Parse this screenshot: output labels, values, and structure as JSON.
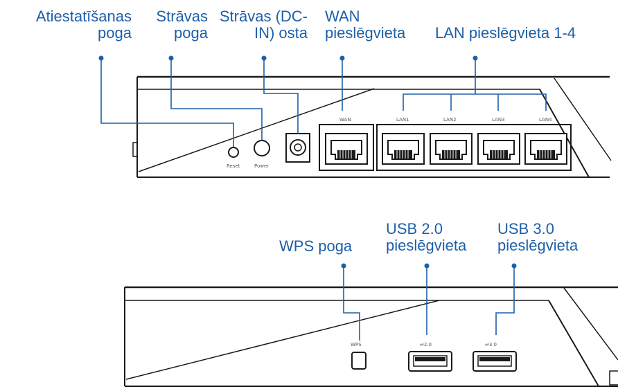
{
  "back_panel": {
    "labels": {
      "reset_button": [
        "Atiestatīšanas",
        "poga"
      ],
      "power_button": [
        "Strāvas",
        "poga"
      ],
      "dc_in_port": [
        "Strāvas (DC-",
        "IN) osta"
      ],
      "wan_port": [
        "WAN",
        "pieslēgvieta"
      ],
      "lan_ports": "LAN pieslēgvieta 1-4"
    },
    "device_text": {
      "reset": "Reset",
      "power": "Power",
      "wan": "WAN",
      "lan1": "LAN1",
      "lan2": "LAN2",
      "lan3": "LAN3",
      "lan4": "LAN4"
    }
  },
  "front_panel": {
    "labels": {
      "wps_button": "WPS poga",
      "usb20_port": [
        "USB 2.0",
        "pieslēgvieta"
      ],
      "usb30_port": [
        "USB 3.0",
        "pieslēgvieta"
      ]
    },
    "device_text": {
      "wps": "WPS",
      "usb20": "⇌2.0",
      "usb30": "⇌3.0"
    }
  },
  "colors": {
    "callout": "#1d5fa8",
    "device_line": "#1a1a1a"
  }
}
